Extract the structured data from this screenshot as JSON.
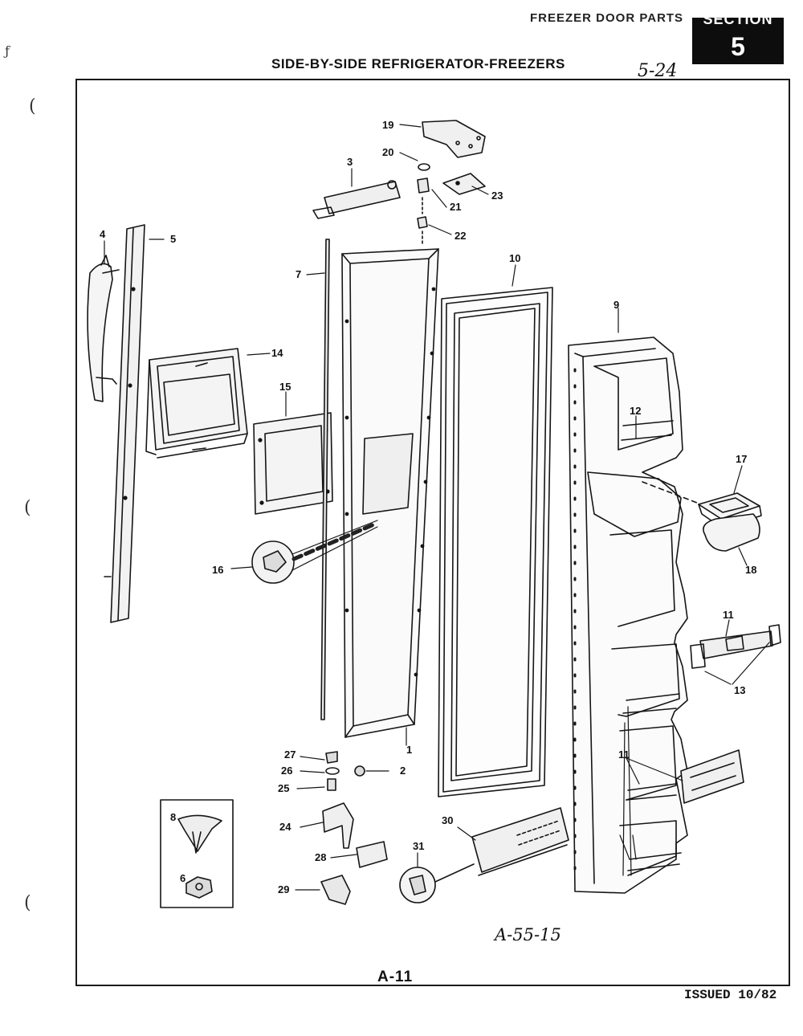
{
  "header": {
    "section_caption": "FREEZER DOOR PARTS",
    "section_label": "SECTION",
    "section_number": "5",
    "title": "SIDE-BY-SIDE REFRIGERATOR-FREEZERS",
    "handwritten_note": "5-24"
  },
  "callouts": [
    "1",
    "2",
    "3",
    "4",
    "5",
    "6",
    "7",
    "8",
    "9",
    "10",
    "11",
    "11",
    "12",
    "13",
    "14",
    "15",
    "16",
    "17",
    "18",
    "19",
    "20",
    "21",
    "22",
    "23",
    "24",
    "25",
    "26",
    "27",
    "28",
    "29",
    "30",
    "31"
  ],
  "footer": {
    "drawing_code": "A-55-15",
    "page_id": "A-11",
    "issued": "ISSUED 10/82"
  },
  "colors": {
    "ink": "#111111",
    "paper": "#ffffff",
    "section_box": "#0d0d0d"
  }
}
